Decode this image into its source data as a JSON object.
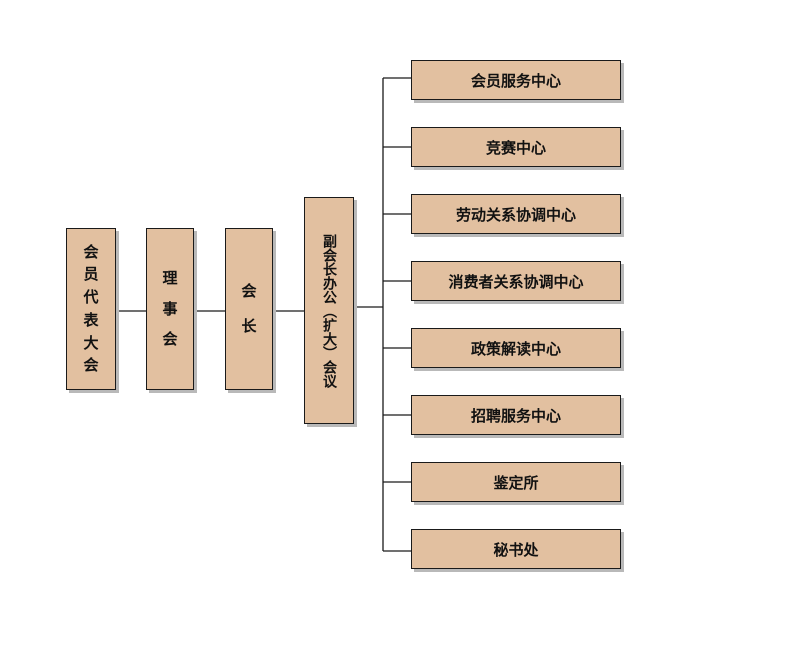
{
  "chain": [
    {
      "id": "members-congress",
      "chars": [
        "会",
        "员",
        "代",
        "表",
        "大",
        "会"
      ]
    },
    {
      "id": "council",
      "chars": [
        "理",
        "事",
        "会"
      ]
    },
    {
      "id": "president",
      "chars": [
        "会",
        "长"
      ]
    }
  ],
  "vice_meeting": {
    "label": "副会长办公（扩大）会议"
  },
  "departments": [
    {
      "label": "会员服务中心"
    },
    {
      "label": "竞赛中心"
    },
    {
      "label": "劳动关系协调中心"
    },
    {
      "label": "消费者关系协调中心"
    },
    {
      "label": "政策解读中心"
    },
    {
      "label": "招聘服务中心"
    },
    {
      "label": "鉴定所"
    },
    {
      "label": "秘书处"
    }
  ],
  "colors": {
    "box_fill": "#e2c0a0",
    "box_border": "#1a1a1a",
    "connector": "#1a1a1a",
    "shadow": "#b9b9b9"
  }
}
